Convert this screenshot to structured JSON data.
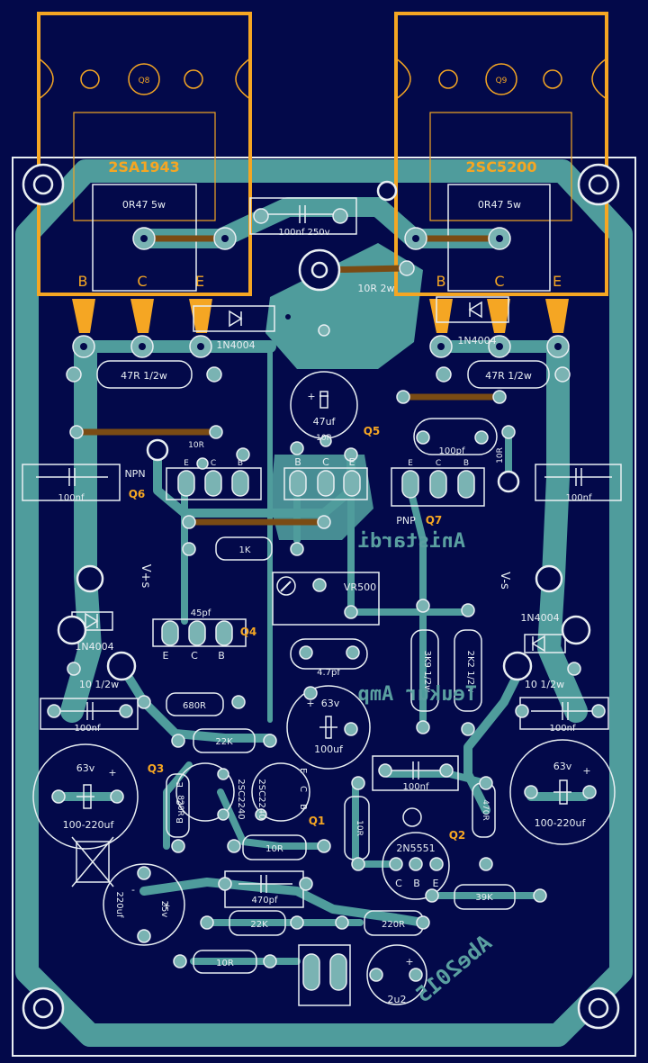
{
  "colors": {
    "substrate": "#03094a",
    "copper": "#4f9c9c",
    "copper_text": "#5a9fa0",
    "pad_copper": "#7ab3b3",
    "silk": "#e8eef2",
    "orange": "#f5a623",
    "jumper": "#7a4b14",
    "hole": "#03094a"
  },
  "transistors": {
    "q8": {
      "ref": "Q8",
      "part": "2SA1943",
      "pins": [
        "B",
        "C",
        "E"
      ]
    },
    "q9": {
      "ref": "Q9",
      "part": "2SC5200",
      "pins": [
        "B",
        "C",
        "E"
      ]
    },
    "q5": {
      "ref": "Q5",
      "pins": [
        "B",
        "C",
        "E"
      ]
    },
    "q6": {
      "ref": "Q6",
      "type": "NPN",
      "pins": [
        "E",
        "C",
        "B"
      ]
    },
    "q7": {
      "ref": "Q7",
      "type": "PNP",
      "pins": [
        "E",
        "C",
        "B"
      ]
    },
    "q4": {
      "ref": "Q4",
      "pins": [
        "E",
        "C",
        "B"
      ]
    },
    "q3": {
      "ref": "Q3",
      "part": "2SC2240",
      "pins": [
        "B",
        "C",
        "E"
      ]
    },
    "q1": {
      "ref": "Q1",
      "part": "2SC2240",
      "pins": [
        "E",
        "C",
        "B"
      ]
    },
    "q2": {
      "ref": "Q2",
      "part": "2N5551",
      "pins": [
        "C",
        "B",
        "E"
      ]
    }
  },
  "components": {
    "r_emit_left": "0R47 5w",
    "r_emit_right": "0R47 5w",
    "cap_top": "100nf 250v",
    "r_top": "10R 2w",
    "d_left_top": "1N4004",
    "d_right_top": "1N4004",
    "r_47_left": "47R 1/2w",
    "r_47_right": "47R 1/2w",
    "cap_47": "47uf",
    "r_10r_q6": "10R",
    "r_10r_q5": "10R",
    "r_10r_q7": "10R",
    "cap_100pf": "100pf",
    "cap_left_mid": "100nf",
    "cap_right_mid": "100nf",
    "r_1k": "1K",
    "vr": "VR500",
    "vs_plus": "V+s",
    "vs_minus": "V-s",
    "d_left_mid": "1N4004",
    "d_right_mid": "1N4004",
    "r_10_left": "10 1/2w",
    "r_10_right": "10 1/2w",
    "cap_45pf": "45pf",
    "cap_47pf": "4.7pf",
    "r_3k9": "3K9 1/2w",
    "r_2k2": "2K2 1/2w",
    "r_680": "680R",
    "cap_100nf_left_low": "100nf",
    "cap_100nf_right_low": "100nf",
    "cap_63": "63v",
    "cap_100uf": "100uf",
    "cap_left_big_v": "63v",
    "cap_left_big": "100-220uf",
    "cap_right_big_v": "63v",
    "cap_right_big": "100-220uf",
    "r_22k_top": "22K",
    "r_820": "820R",
    "r_10r_mid": "10R",
    "r_10r_vert": "10R",
    "cap_100nf_center": "100nf",
    "r_470": "470R",
    "cap_220uf": "220uf",
    "cap_220uf_v": "25v",
    "cap_470pf": "470pf",
    "r_39k": "39K",
    "r_22k_bottom": "22K",
    "r_220": "220R",
    "r_10r_bottom": "10R",
    "cap_2u2": "2u2"
  },
  "board_text": {
    "anistardi": "Anistardi",
    "teukur": "Teukur Amp",
    "abe": "Abe2015"
  }
}
